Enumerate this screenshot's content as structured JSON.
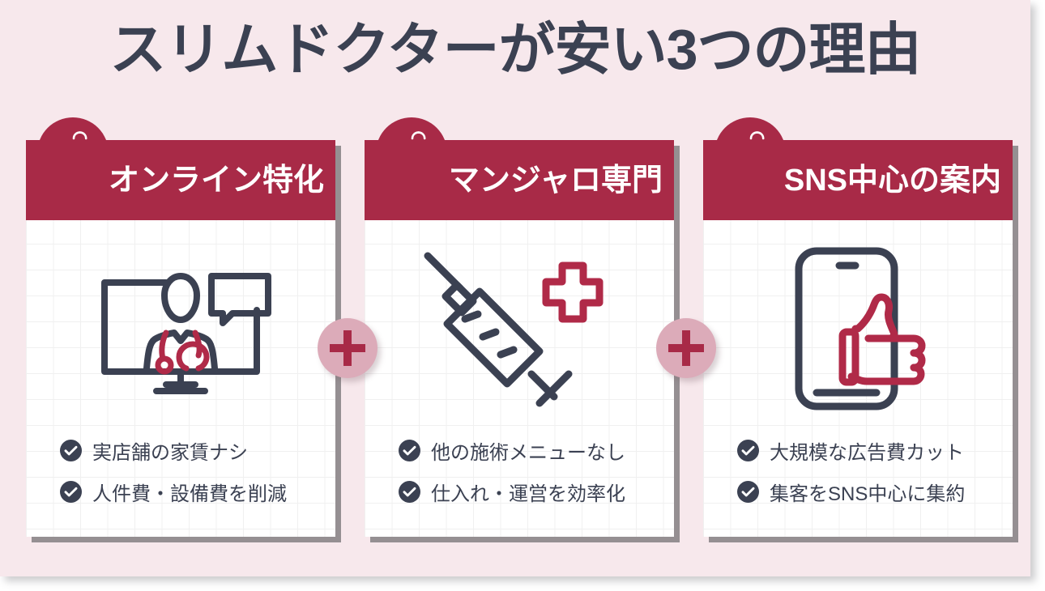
{
  "title": "スリムドクターが安い3つの理由",
  "colors": {
    "background": "#f7e8ec",
    "card_background": "#ffffff",
    "header_crimson": "#a82a47",
    "text_navy": "#3b4152",
    "plus_badge_pink": "#dcabb9",
    "grid_line": "#f0f0f0",
    "accent_red": "#b02a48"
  },
  "connectors": [
    {
      "symbol": "+",
      "name": "plus-connector-1"
    },
    {
      "symbol": "+",
      "name": "plus-connector-2"
    }
  ],
  "cards": [
    {
      "badge_icon": "piggy-bank-icon",
      "header": "オンライン特化",
      "illustration": "online-doctor-monitor-icon",
      "bullets": [
        "実店舗の家賃ナシ",
        "人件費・設備費を削減"
      ]
    },
    {
      "badge_icon": "piggy-bank-icon",
      "header": "マンジャロ専門",
      "illustration": "syringe-medical-cross-icon",
      "bullets": [
        "他の施術メニューなし",
        "仕入れ・運営を効率化"
      ]
    },
    {
      "badge_icon": "piggy-bank-icon",
      "header": "SNS中心の案内",
      "illustration": "smartphone-thumbs-up-icon",
      "bullets": [
        "大規模な広告費カット",
        "集客をSNS中心に集約"
      ]
    }
  ]
}
